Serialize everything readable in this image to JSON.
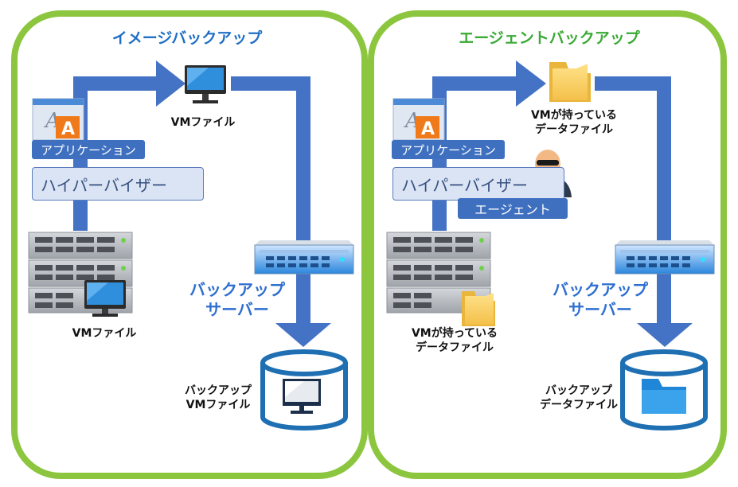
{
  "left_panel": {
    "title": "イメージバックアップ",
    "vm_file_top": "VMファイル",
    "app_label": "アプリケーション",
    "hypervisor_label": "ハイパーバイザー",
    "vm_file_host": "VMファイル",
    "backup_server": [
      "バックアップ",
      "サーバー"
    ],
    "backup_store": [
      "バックアップ",
      "VMファイル"
    ]
  },
  "right_panel": {
    "title": "エージェントバックアップ",
    "vm_data_top": [
      "VMが持っている",
      "データファイル"
    ],
    "app_label": "アプリケーション",
    "hypervisor_label": "ハイパーバイザー",
    "agent_label": "エージェント",
    "vm_data_host": [
      "VMが持っている",
      "データファイル"
    ],
    "backup_server": [
      "バックアップ",
      "サーバー"
    ],
    "backup_store": [
      "バックアップ",
      "データファイル"
    ]
  },
  "colors": {
    "panel_border": "#8cc63f",
    "left_title": "#1f6fc5",
    "right_title": "#3aa935",
    "arrow": "#4472c4",
    "server_label": "#2e6fd0"
  },
  "icons": [
    "monitor-icon",
    "folder-icon",
    "app-window-icon",
    "server-rack-icon",
    "backup-server-icon",
    "database-icon",
    "agent-person-icon"
  ]
}
